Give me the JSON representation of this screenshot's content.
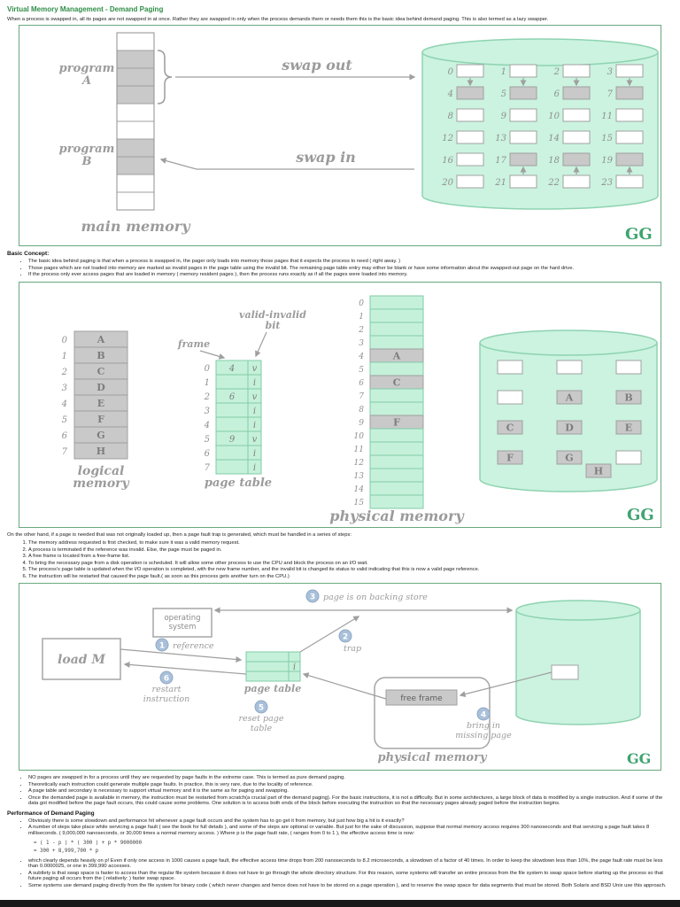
{
  "logo": "GG",
  "colors": {
    "accent_green": "#2f8d46",
    "figure_border_green": "#69a87f",
    "diagram_light_green": "#c9f2de",
    "diagram_gray": "#c9c9c9",
    "step_circle_blue": "#a9c0da",
    "label_gray": "#9b9b9b"
  },
  "title": "Virtual Memory Management - Demand Paging",
  "intro": "When a process is swapped in, all its pages are not swapped in at once. Rather they are swapped in only when the process demands them or needs them this is the basic idea behind demand paging. This is also termed as a lazy swapper.",
  "basic_concept": {
    "heading": "Basic Concept:",
    "items": [
      "The basic idea behind paging is that when a process is swapped in, the pager only loads into memory those pages that it expects the process to need ( right away. )",
      "Those pages which are not loaded into memory are marked as invalid pages in the page table using the invalid bit. The remaining page table entry may either be blank or have some information about the swapped-out page on the hard drive.",
      "If the process only ever access pages that are loaded in memory ( memory resident pages ), then the process runs exactly as if all the pages were loaded into memory."
    ]
  },
  "page_fault": {
    "intro": "On the other hand, if a page is needed that was not originally loaded up, then a page fault trap is generated, which must be handled in a series of steps:",
    "steps": [
      "The memory address requested is first checked, to make sure it was a valid memory request.",
      "A process is terminated if the reference was invalid. Else, the page must be paged in.",
      "A free frame is located from a free-frame list.",
      "To bring the necessary page from a disk operation is scheduled. It will allow some other process to use the CPU and block the process on an I/O wait.",
      "The process's page table is updated when the I/O operation is completed, with the new frame number, and the invalid bit is changed its status to valid indicating that this is now a valid page reference.",
      "The instruction will be restarted that caused the page fault.( as soon as this process gets another turn on the CPU.)"
    ]
  },
  "pure_demand": {
    "items": [
      "NO pages are swapped in for a process until they are requested by page faults in the extreme case. This is termed as pure demand paging.",
      "Theoretically each instruction could generate multiple page faults. In practice, this is very rare, due to the locality of reference.",
      "A page table and secondary is necessary to support virtual memory and it is the same as for paging and swapping.",
      "Once the demanded page is available in memory, the instruction must be restarted from scratch(a crucial part of the demand paging). For the basic instructions, it is not a difficulty. But in some architectures, a large block of data is modified by a single instruction. And if some of the data got modified before the page fault occurs, this could cause some problems. One solution is to access both ends of the block before executing the instruction so that the necessary pages already paged before the instruction begins."
    ]
  },
  "performance": {
    "heading": "Performance of Demand Paging",
    "items_before": [
      "Obviously there is some slowdown and performance hit whenever a page fault occurs and the system has to go get it from memory, but just how big a hit is it exactly?",
      "A number of steps take place while servicing a page fault ( see the book for full details ), and some of the steps are optional or variable. But just for the sake of discussion, suppose that normal memory access requires 300 nanoseconds and that servicing a page fault takes 8 milliseconds. ( 9,000,000 nanoseconds, or 30,000 times a normal memory access. ) Where p is the page fault rate, ( ranges from 0 to 1 ), the effective access time is now:"
    ],
    "formula_lines": [
      "= ( 1 - p ) * ( 300 ) + p * 9000000",
      "= 300 + 8,999,700 * p"
    ],
    "items_after": [
      "which clearly depends heavily on p! Even if only one access in 1000 causes a page fault, the effective access time drops from 200 nanoseconds to 8.2 microseconds, a slowdown of a factor of 40 times. In order to keep the slowdown less than 10%, the page fault rate must be less than 0.0000025, or one in 399,990 accesses.",
      "A subtlety is that swap space is faster to access than the regular file system because it does not have to go through the whole directory structure. For this reason, some systems will transfer an entire process from the file system to swap space before starting up the process so that future paging all occurs from the ( relatively: ) faster swap space.",
      "Some systems use demand paging directly from the file system for binary code ( which never changes and hence does not have to be stored on a page operation ), and to reserve the swap space for data segments that must be stored. Both Solaris and BSD Unix use this approach."
    ]
  },
  "fig1": {
    "program_a_line1": "program",
    "program_a_line2": "A",
    "program_b_line1": "program",
    "program_b_line2": "B",
    "swap_out": "swap out",
    "swap_in": "swap in",
    "main_memory_label": "main memory",
    "memory_cells": [
      "white",
      "gray",
      "gray",
      "gray",
      "white",
      "white",
      "gray",
      "gray",
      "white",
      "white"
    ],
    "disk_numbers": [
      "0",
      "1",
      "2",
      "3",
      "4",
      "5",
      "6",
      "7",
      "8",
      "9",
      "10",
      "11",
      "12",
      "13",
      "14",
      "15",
      "16",
      "17",
      "18",
      "19",
      "20",
      "21",
      "22",
      "23"
    ],
    "disk_shaded": [
      4,
      5,
      6,
      7,
      17,
      18,
      19
    ]
  },
  "fig2": {
    "frame_label": "frame",
    "valid_invalid_line1": "valid-invalid",
    "valid_invalid_line2": "bit",
    "logical_label_line1": "logical",
    "logical_label_line2": "memory",
    "page_table_label": "page table",
    "physical_label": "physical memory",
    "logical_rows": [
      {
        "i": "0",
        "letter": "A"
      },
      {
        "i": "1",
        "letter": "B"
      },
      {
        "i": "2",
        "letter": "C"
      },
      {
        "i": "3",
        "letter": "D"
      },
      {
        "i": "4",
        "letter": "E"
      },
      {
        "i": "5",
        "letter": "F"
      },
      {
        "i": "6",
        "letter": "G"
      },
      {
        "i": "7",
        "letter": "H"
      }
    ],
    "page_table_rows": [
      {
        "i": "0",
        "frame": "4",
        "bit": "v"
      },
      {
        "i": "1",
        "frame": "",
        "bit": "i"
      },
      {
        "i": "2",
        "frame": "6",
        "bit": "v"
      },
      {
        "i": "3",
        "frame": "",
        "bit": "i"
      },
      {
        "i": "4",
        "frame": "",
        "bit": "i"
      },
      {
        "i": "5",
        "frame": "9",
        "bit": "v"
      },
      {
        "i": "6",
        "frame": "",
        "bit": "i"
      },
      {
        "i": "7",
        "frame": "",
        "bit": "i"
      }
    ],
    "physical_rows": [
      {
        "i": "0",
        "letter": ""
      },
      {
        "i": "1",
        "letter": ""
      },
      {
        "i": "2",
        "letter": ""
      },
      {
        "i": "3",
        "letter": ""
      },
      {
        "i": "4",
        "letter": "A"
      },
      {
        "i": "5",
        "letter": ""
      },
      {
        "i": "6",
        "letter": "C"
      },
      {
        "i": "7",
        "letter": ""
      },
      {
        "i": "8",
        "letter": ""
      },
      {
        "i": "9",
        "letter": "F"
      },
      {
        "i": "10",
        "letter": ""
      },
      {
        "i": "11",
        "letter": ""
      },
      {
        "i": "12",
        "letter": ""
      },
      {
        "i": "13",
        "letter": ""
      },
      {
        "i": "14",
        "letter": ""
      },
      {
        "i": "15",
        "letter": ""
      }
    ],
    "disk_rows": [
      [
        "",
        "",
        ""
      ],
      [
        "",
        "A",
        "B"
      ],
      [
        "C",
        "D",
        "E"
      ],
      [
        "F",
        "G",
        ""
      ]
    ],
    "disk_extra": "H"
  },
  "fig3": {
    "load_m": "load M",
    "os_line1": "operating",
    "os_line2": "system",
    "page_table_label": "page table",
    "invalid_bit": "i",
    "free_frame": "free frame",
    "physical_label": "physical memory",
    "steps": [
      {
        "n": "1",
        "line1": "reference",
        "line2": ""
      },
      {
        "n": "2",
        "line1": "trap",
        "line2": ""
      },
      {
        "n": "3",
        "line1": "page is on backing store",
        "line2": ""
      },
      {
        "n": "4",
        "line1": "bring in",
        "line2": "missing page"
      },
      {
        "n": "5",
        "line1": "reset page",
        "line2": "table"
      },
      {
        "n": "6",
        "line1": "restart",
        "line2": "instruction"
      }
    ]
  }
}
